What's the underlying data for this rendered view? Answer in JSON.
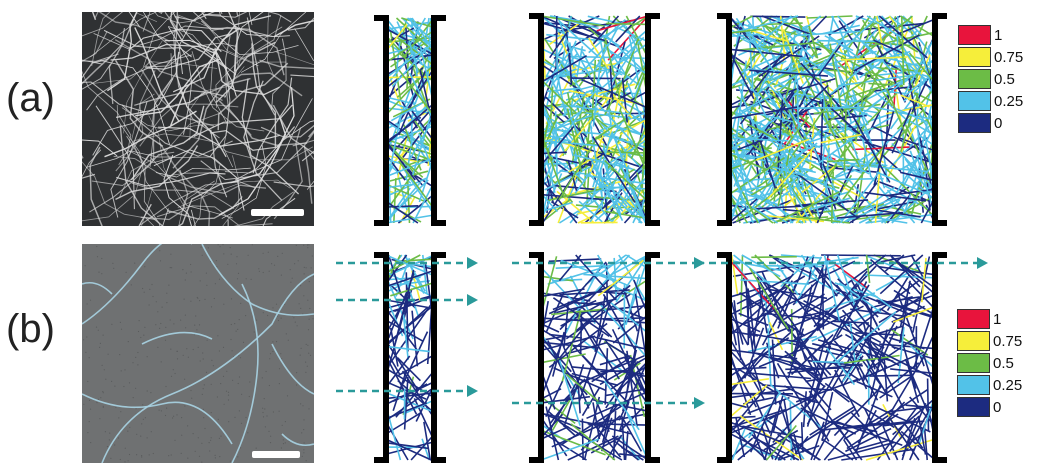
{
  "labels": {
    "row_a": "(a)",
    "row_b": "(b)"
  },
  "colorbar_ticks": [
    "1",
    "0.75",
    "0.5",
    "0.25",
    "0"
  ],
  "colorbar_colors": [
    "#e8143c",
    "#f6ee3a",
    "#6cbc46",
    "#52c2e8",
    "#1c2b80"
  ],
  "micrograph_a_colors": {
    "background": "#2f3133",
    "fiber": "#dcdcdc"
  },
  "micrograph_b_colors": {
    "background": "#6f7172",
    "fiber": "#a8d4e4"
  },
  "arrow_color": "#2a9a9a",
  "device_wall_color": "#000000"
}
